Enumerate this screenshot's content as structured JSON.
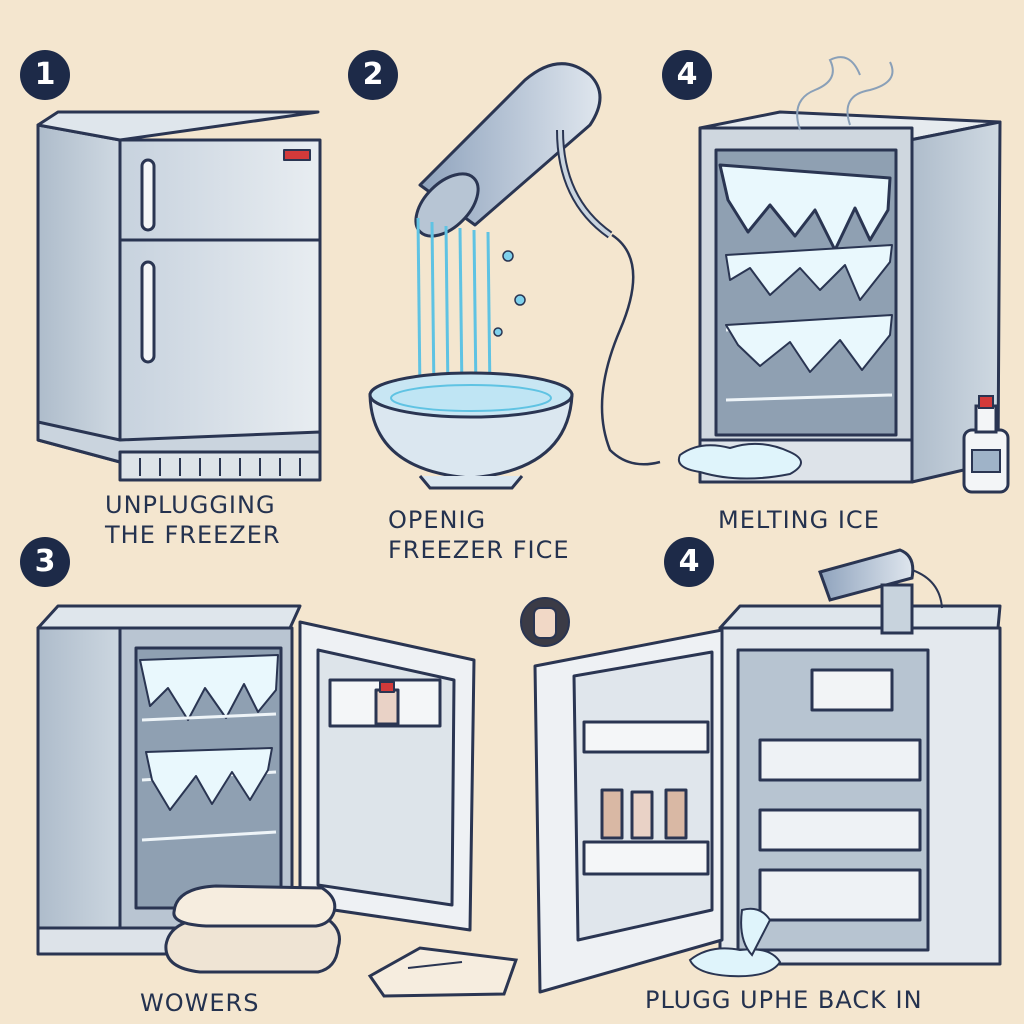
{
  "panels": [
    {
      "number": "1",
      "caption_lines": [
        "UNPLUGGING",
        "THE FREEZER"
      ]
    },
    {
      "number": "2",
      "caption_lines": [
        "OPENIG",
        "FREEZER FICE"
      ]
    },
    {
      "number": "4",
      "caption_lines": [
        "MELTING ICE"
      ]
    },
    {
      "number": "3",
      "caption_lines": [
        "WOWERS"
      ]
    },
    {
      "number": "4",
      "caption_lines": [
        "PLUGG UPHE  BACK IN"
      ]
    }
  ],
  "colors": {
    "background": "#f4e6cf",
    "badge": "#1d2a48",
    "ink": "#24324f",
    "water": "#5fc3e3"
  },
  "icons": [
    "refrigerator-icon",
    "hair-dryer-icon",
    "bowl-icon",
    "open-freezer-icon",
    "towels-icon",
    "bottle-icon"
  ]
}
